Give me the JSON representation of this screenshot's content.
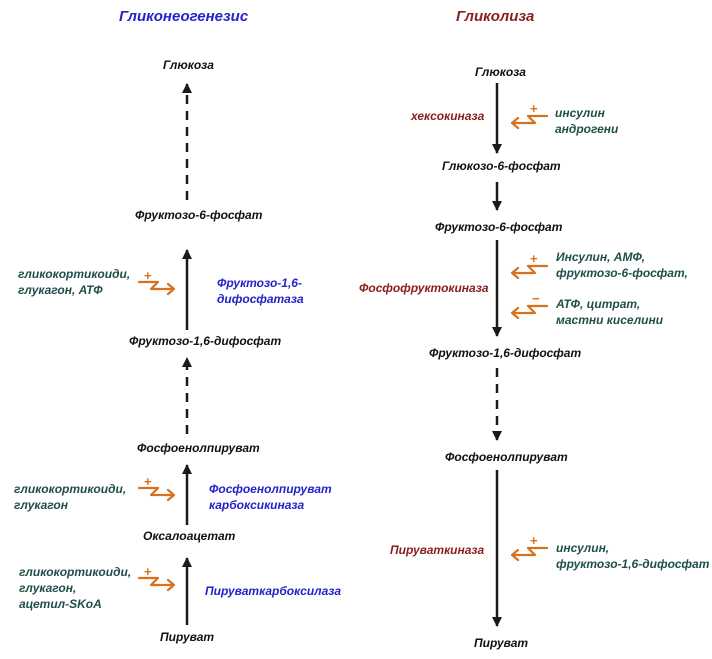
{
  "colors": {
    "arrow": "#1a1a1a",
    "regulator_arrow": "#d9701c",
    "gluconeogenesis_title": "#2323c8",
    "glycolysis_title": "#8a1e1e",
    "regulator_text": "#1f4f4a",
    "gluconeogenesis_enzyme": "#2323c8",
    "glycolysis_enzyme": "#8a1e1e"
  },
  "gluconeogenesis": {
    "title": "Гликонеогенезис",
    "metabolites": {
      "glucose": "Глюкоза",
      "f6p": "Фруктозо-6-фосфат",
      "f16bp": "Фруктозо-1,6-дифосфат",
      "pep": "Фосфоенолпируват",
      "oxaloacetate": "Оксалоацетат",
      "pyruvate": "Пируват"
    },
    "enzymes": {
      "fbpase": [
        "Фруктозо-1,6-",
        "дифосфатаза"
      ],
      "pepck": [
        "Фосфоенолпируват",
        "карбоксикиназа"
      ],
      "pc": [
        "Пируваткарбоксилаза"
      ]
    },
    "regulators": {
      "fbpase": {
        "sign": "+",
        "lines": [
          "гликокортикоиди,",
          "глукагон, АТФ"
        ]
      },
      "pepck": {
        "sign": "+",
        "lines": [
          "гликокортикоиди,",
          "глукагон"
        ]
      },
      "pc": {
        "sign": "+",
        "lines": [
          "гликокортикоиди,",
          "глукагон,",
          "ацетил-SKoA"
        ]
      }
    }
  },
  "glycolysis": {
    "title": "Гликолиза",
    "metabolites": {
      "glucose": "Глюкоза",
      "g6p": "Глюкозо-6-фосфат",
      "f6p": "Фруктозо-6-фосфат",
      "f16bp": "Фруктозо-1,6-дифосфат",
      "pep": "Фосфоенолпируват",
      "pyruvate": "Пируват"
    },
    "enzymes": {
      "hexokinase": "хексокиназа",
      "pfk": "Фосфофруктокиназа",
      "pk": "Пируваткиназа"
    },
    "regulators": {
      "hexokinase": {
        "sign": "+",
        "lines": [
          "инсулин",
          "андрогени"
        ]
      },
      "pfk_activators": {
        "sign": "+",
        "lines": [
          "Инсулин, АМФ,",
          "фруктозо-6-фосфат,"
        ]
      },
      "pfk_inhibitors": {
        "sign": "−",
        "lines": [
          "АТФ, цитрат,",
          "мастни киселини"
        ]
      },
      "pk": {
        "sign": "+",
        "lines": [
          "инсулин,",
          "фруктозо-1,6-дифосфат"
        ]
      }
    }
  }
}
